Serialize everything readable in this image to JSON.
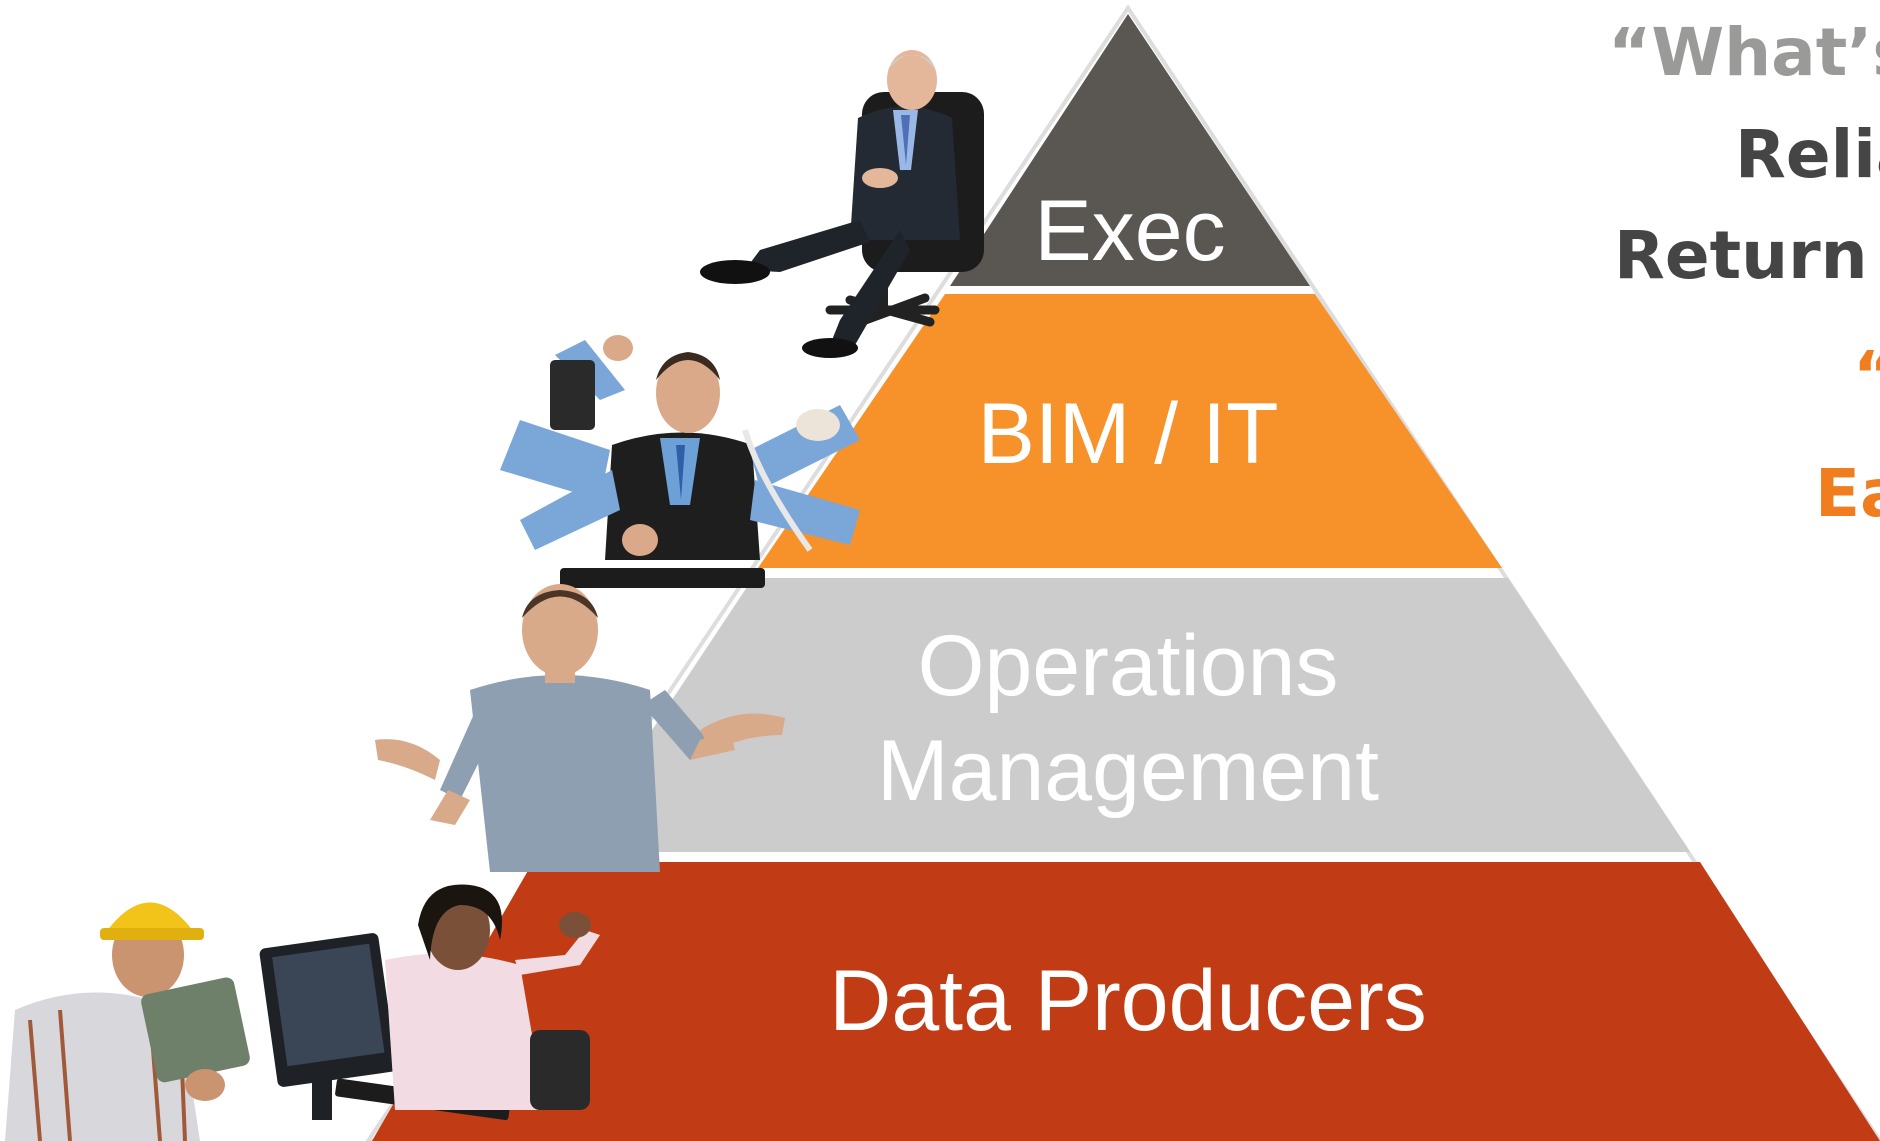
{
  "pyramid": {
    "tiers": [
      {
        "label": "Exec",
        "color": "#5a5752"
      },
      {
        "label": "BIM / IT",
        "color": "#f7922b"
      },
      {
        "label": "Operations Management",
        "label_line1": "Operations",
        "label_line2": "Management",
        "color": "#cccccc"
      },
      {
        "label": "Data Producers",
        "color": "#c13c14"
      }
    ]
  },
  "right_text": {
    "line1": "“What’s",
    "line2": "Relia",
    "line3": "Return O",
    "line4": "“",
    "line5": "Ea",
    "grey_color": "#9a9a98",
    "dark_color": "#454545",
    "orange_color": "#f07d1e"
  },
  "people": {
    "exec": "executive-in-chair-photo",
    "bim_it": "multitasking-man-photo",
    "operations": "shrugging-man-photo",
    "producers": "construction-worker-and-office-woman-photo"
  }
}
